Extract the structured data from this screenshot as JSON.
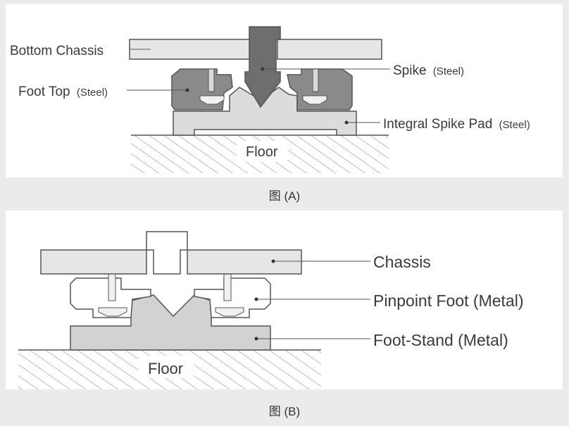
{
  "figure_a": {
    "caption": "图 (A)",
    "labels": {
      "bottom_chassis": "Bottom Chassis",
      "foot_top": "Foot Top",
      "foot_top_material": "(Steel)",
      "spike": "Spike",
      "spike_material": "(Steel)",
      "integral_spike_pad": "Integral Spike Pad",
      "integral_spike_pad_material": "(Steel)",
      "floor": "Floor"
    }
  },
  "figure_b": {
    "caption": "图 (B)",
    "labels": {
      "chassis": "Chassis",
      "pinpoint_foot": "Pinpoint Foot (Metal)",
      "foot_stand": "Foot-Stand (Metal)",
      "floor": "Floor"
    }
  },
  "colors": {
    "outline": "#555555",
    "chassis_fill": "#e6e6e6",
    "foot_dark": "#8a8a8a",
    "spike_dark": "#6e6e6e",
    "pad_fill": "#dcdcdc",
    "stand_fill": "#d2d2d2",
    "hatch": "#888888"
  }
}
